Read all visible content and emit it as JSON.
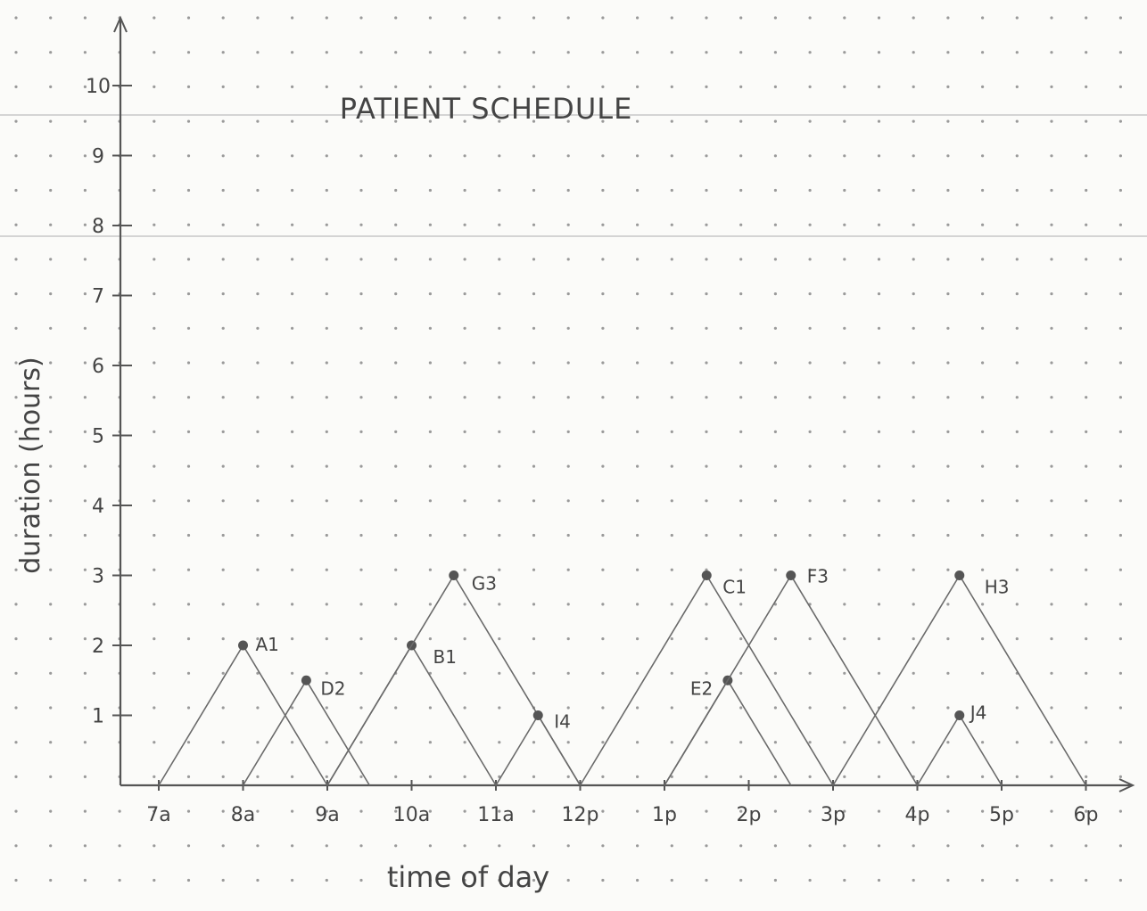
{
  "chart_data": {
    "type": "line",
    "title": "PATIENT SCHEDULE",
    "xlabel": "time of day",
    "ylabel": "duration (hours)",
    "x_tick_labels": [
      "7a",
      "8a",
      "9a",
      "10a",
      "11a",
      "12p",
      "1p",
      "2p",
      "3p",
      "4p",
      "5p",
      "6p"
    ],
    "x_tick_values": [
      7,
      8,
      9,
      10,
      11,
      12,
      13,
      14,
      15,
      16,
      17,
      18
    ],
    "y_tick_labels": [
      "1",
      "2",
      "3",
      "4",
      "5",
      "6",
      "7",
      "8",
      "9",
      "10"
    ],
    "y_tick_values": [
      1,
      2,
      3,
      4,
      5,
      6,
      7,
      8,
      9,
      10
    ],
    "xlim": [
      7,
      18.5
    ],
    "ylim": [
      0,
      10.5
    ],
    "grid": "dotted",
    "series": [
      {
        "name": "A1",
        "start": 7.0,
        "peak": [
          8.0,
          2.0
        ],
        "end": 9.0
      },
      {
        "name": "D2",
        "start": 8.0,
        "peak": [
          8.75,
          1.5
        ],
        "end": 9.5
      },
      {
        "name": "B1",
        "start": 9.0,
        "peak": [
          10.0,
          2.0
        ],
        "end": 11.0
      },
      {
        "name": "G3",
        "start": 9.0,
        "peak": [
          10.5,
          3.0
        ],
        "end": 12.0
      },
      {
        "name": "I4",
        "start": 11.0,
        "peak": [
          11.5,
          1.0
        ],
        "end": 12.0
      },
      {
        "name": "C1",
        "start": 12.0,
        "peak": [
          13.5,
          3.0
        ],
        "end": 15.0
      },
      {
        "name": "E2",
        "start": 13.0,
        "peak": [
          13.75,
          1.5
        ],
        "end": 14.5
      },
      {
        "name": "F3",
        "start": 13.0,
        "peak": [
          14.5,
          3.0
        ],
        "end": 16.0
      },
      {
        "name": "H3",
        "start": 15.0,
        "peak": [
          16.5,
          3.0
        ],
        "end": 18.0
      },
      {
        "name": "J4",
        "start": 16.0,
        "peak": [
          16.5,
          1.0
        ],
        "end": 17.0
      }
    ]
  }
}
